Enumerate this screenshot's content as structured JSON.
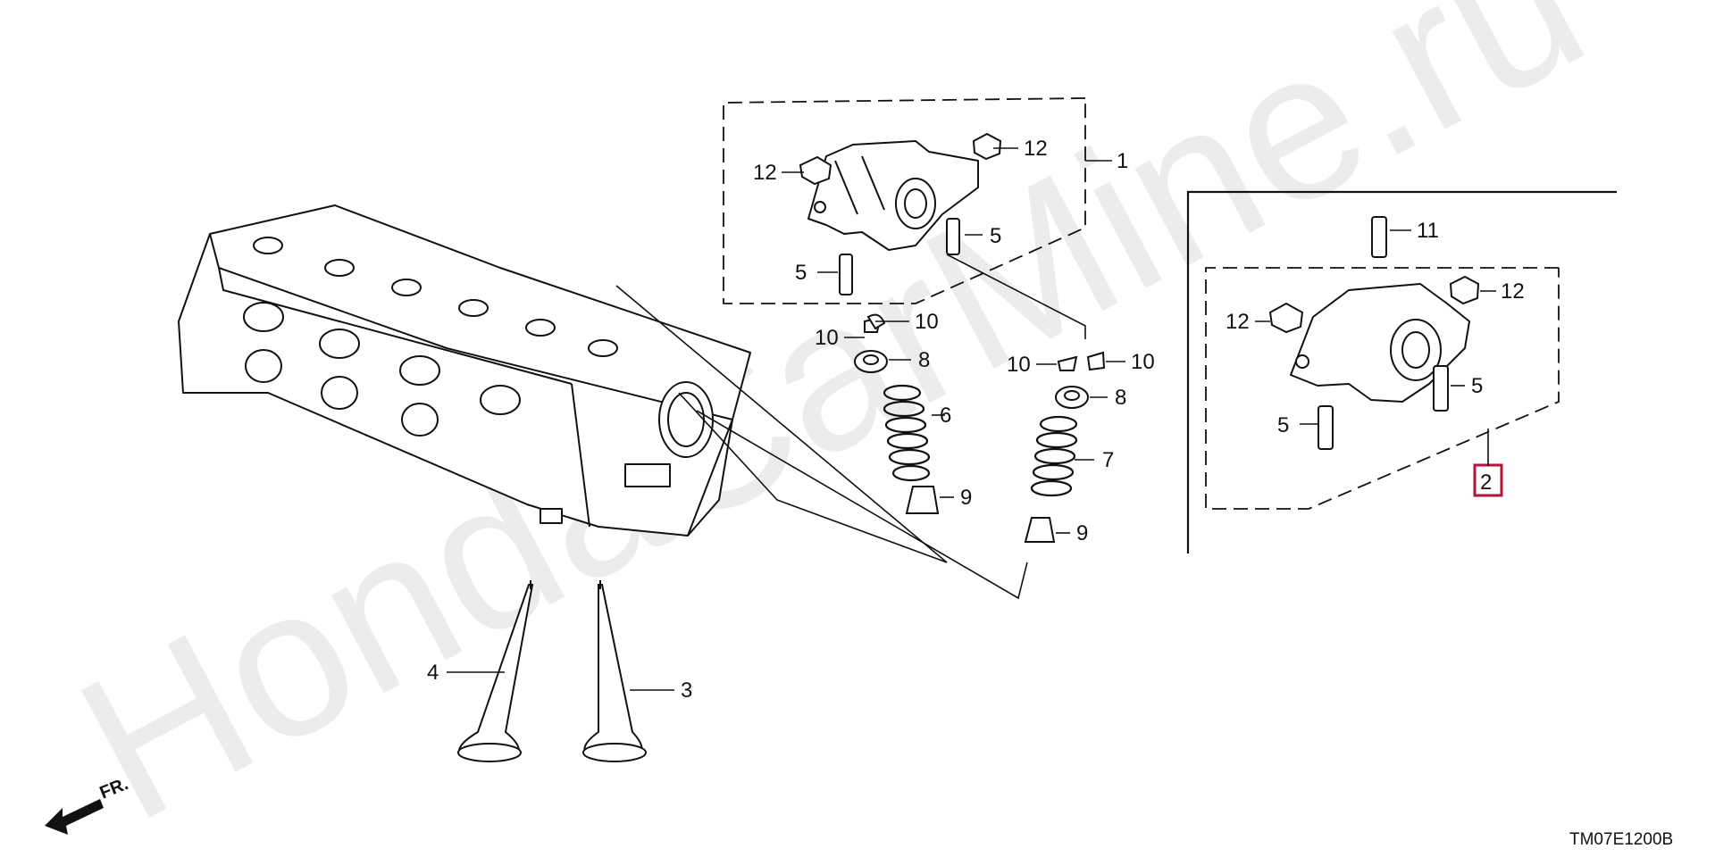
{
  "watermark": "HondaCarMine.ru",
  "diagram_code": "TM07E1200B",
  "direction_label": "FR.",
  "callouts": {
    "c1": "1",
    "c2": "2",
    "c3": "3",
    "c4": "4",
    "c5a": "5",
    "c5b": "5",
    "c5c": "5",
    "c5d": "5",
    "c6": "6",
    "c7": "7",
    "c8a": "8",
    "c8b": "8",
    "c9a": "9",
    "c9b": "9",
    "c10a": "10",
    "c10b": "10",
    "c10c": "10",
    "c10d": "10",
    "c11": "11",
    "c12a": "12",
    "c12b": "12",
    "c12c": "12",
    "c12d": "12"
  },
  "colors": {
    "highlight": "#b0163a",
    "line": "#111111",
    "watermark": "#ececec"
  }
}
